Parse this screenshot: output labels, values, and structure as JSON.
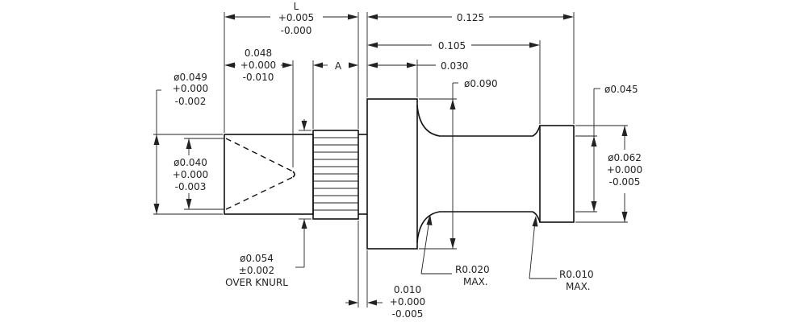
{
  "drawing": {
    "dims": {
      "length": {
        "name": "L",
        "plus": "+0.005",
        "minus": "-0.000"
      },
      "overall": {
        "value": "0.125"
      },
      "flange_to_end": {
        "value": "0.105"
      },
      "flange_thickness": {
        "value": "0.030"
      },
      "bore_depth": {
        "value": "0.048",
        "plus": "+0.000",
        "minus": "-0.010"
      },
      "knurl_length": {
        "name": "A"
      },
      "bore_outer_dia": {
        "value": "ø0.049",
        "plus": "+0.000",
        "minus": "-0.002"
      },
      "bore_inner_dia": {
        "value": "ø0.040",
        "plus": "+0.000",
        "minus": "-0.003"
      },
      "flange_dia": {
        "value": "ø0.090"
      },
      "neck_dia": {
        "value": "ø0.045"
      },
      "head_dia": {
        "value": "ø0.062",
        "plus": "+0.000",
        "minus": "-0.005"
      },
      "knurl_dia": {
        "value": "ø0.054",
        "tol": "±0.002",
        "note": "OVER KNURL"
      },
      "flange_gap": {
        "value": "0.010",
        "plus": "+0.000",
        "minus": "-0.005"
      },
      "fillet_large": {
        "value": "R0.020",
        "note": "MAX."
      },
      "fillet_small": {
        "value": "R0.010",
        "note": "MAX."
      }
    }
  }
}
